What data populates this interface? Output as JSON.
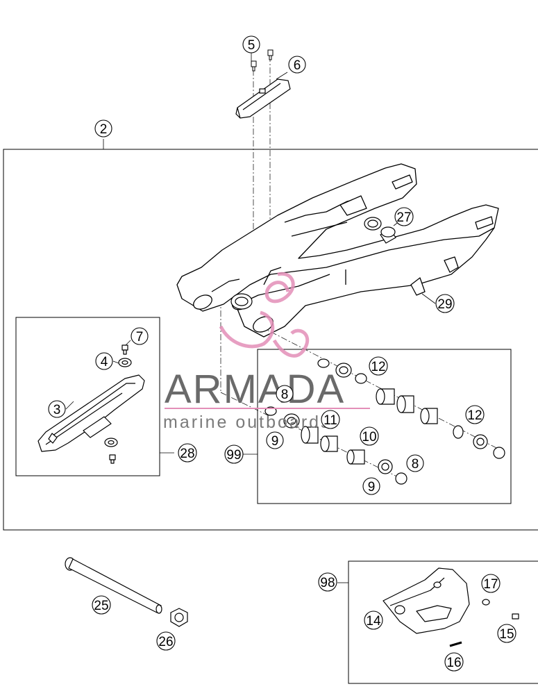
{
  "callouts": [
    {
      "id": "c2",
      "label": "2"
    },
    {
      "id": "c3",
      "label": "3"
    },
    {
      "id": "c4",
      "label": "4"
    },
    {
      "id": "c5",
      "label": "5"
    },
    {
      "id": "c6",
      "label": "6"
    },
    {
      "id": "c7",
      "label": "7"
    },
    {
      "id": "c8a",
      "label": "8"
    },
    {
      "id": "c8b",
      "label": "8"
    },
    {
      "id": "c9a",
      "label": "9"
    },
    {
      "id": "c9b",
      "label": "9"
    },
    {
      "id": "c10",
      "label": "10"
    },
    {
      "id": "c11",
      "label": "11"
    },
    {
      "id": "c12a",
      "label": "12"
    },
    {
      "id": "c12b",
      "label": "12"
    },
    {
      "id": "c14",
      "label": "14"
    },
    {
      "id": "c15",
      "label": "15"
    },
    {
      "id": "c16",
      "label": "16"
    },
    {
      "id": "c17",
      "label": "17"
    },
    {
      "id": "c25",
      "label": "25"
    },
    {
      "id": "c26",
      "label": "26"
    },
    {
      "id": "c27",
      "label": "27"
    },
    {
      "id": "c28",
      "label": "28"
    },
    {
      "id": "c29",
      "label": "29"
    },
    {
      "id": "c98",
      "label": "98"
    },
    {
      "id": "c99",
      "label": "99"
    }
  ],
  "watermark": {
    "title": "ARMADA",
    "subtitle": "marine outboards",
    "logo_color": "#e38fb8",
    "text_color": "#6a6a6a"
  },
  "colors": {
    "line": "#000000",
    "background": "#ffffff"
  }
}
